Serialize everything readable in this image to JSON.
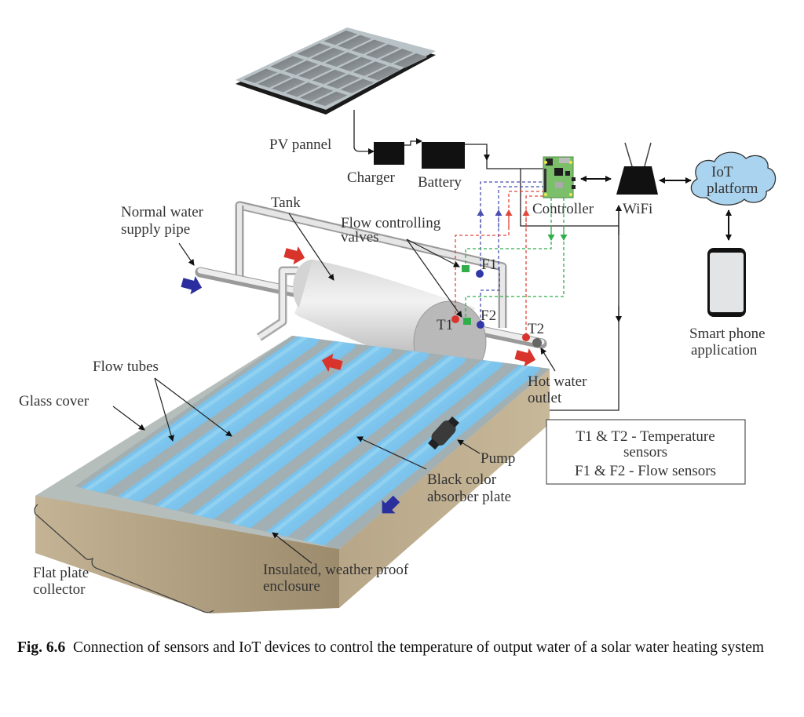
{
  "figure": {
    "labels": {
      "pv_panel": "PV pannel",
      "charger": "Charger",
      "battery": "Battery",
      "controller": "Controller",
      "wifi": "WiFi",
      "iot_platform_line1": "IoT",
      "iot_platform_line2": "platform",
      "smartphone_line1": "Smart phone",
      "smartphone_line2": "application",
      "tank": "Tank",
      "normal_water_line1": "Normal water",
      "normal_water_line2": "supply pipe",
      "valves_line1": "Flow controlling",
      "valves_line2": "valves",
      "f1": "F1",
      "f2": "F2",
      "t1": "T1",
      "t2": "T2",
      "hot_water_line1": "Hot water",
      "hot_water_line2": "outlet",
      "flow_tubes": "Flow tubes",
      "glass_cover": "Glass cover",
      "pump": "Pump",
      "absorber_line1": "Black color",
      "absorber_line2": "absorber plate",
      "enclosure_line1": "Insulated, weather proof",
      "enclosure_line2": "enclosure",
      "collector_line1": "Flat plate",
      "collector_line2": "collector"
    },
    "legend": {
      "line1": "T1 & T2 - Temperature",
      "line2": "sensors",
      "line3": "F1 & F2 - Flow sensors"
    },
    "colors": {
      "hot_arrow": "#d9342b",
      "cold_arrow": "#2b2f9e",
      "temp_signal": "#e0473a",
      "flow_signal": "#4b4fb0",
      "valve_signal": "#2fae4a",
      "cloud": "#a9d3ee",
      "tube": "#3f9fe0",
      "enclosure": "#b6a588"
    }
  },
  "caption": {
    "label": "Fig. 6.6",
    "text": "Connection of sensors and IoT devices to control the temperature of output water of a solar water heating system"
  }
}
